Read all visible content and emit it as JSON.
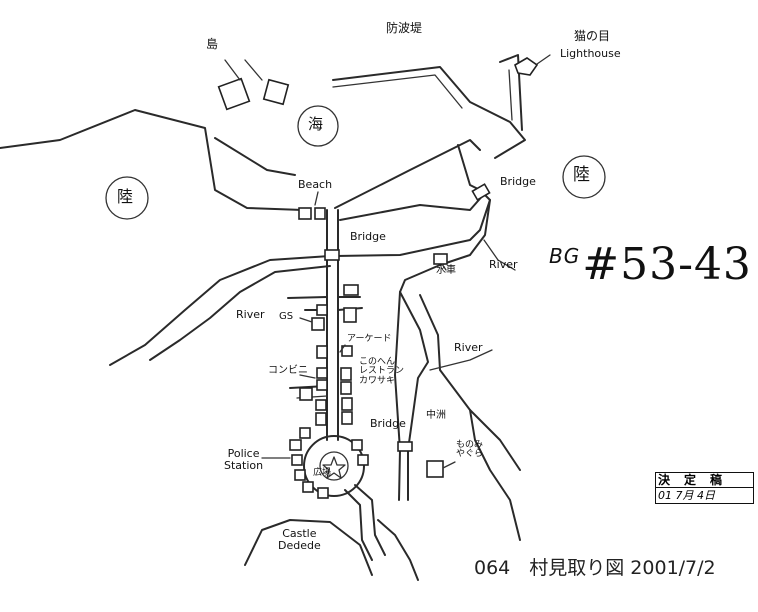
{
  "sheet": {
    "bg_number": "#53-43",
    "bg_prefix": "BG",
    "footer": "064　村見取り図 2001/7/2",
    "stamp_title": "決定稿",
    "stamp_date": "01 7月 4日"
  },
  "labels": {
    "island": "島",
    "breakwater": "防波堤",
    "cats_eye": "猫の目",
    "lighthouse": "Lighthouse",
    "sea": "海",
    "land_left": "陸",
    "land_right": "陸",
    "beach": "Beach",
    "bridge_top_right": "Bridge",
    "bridge_center": "Bridge",
    "bridge_lower": "Bridge",
    "river_left": "River",
    "river_right": "River",
    "river_middle": "River",
    "mill": "水車",
    "gs": "GS",
    "arcade": "アーケード",
    "restaurant": "このへん\nレストラン\nカワサキ",
    "convenience": "コンビニ",
    "sandbar": "中洲",
    "watchtower": "ものみ\nやぐら",
    "police": "Police\nStation",
    "plaza": "広場",
    "castle": "Castle\nDedede"
  },
  "colors": {
    "ink": "#222222",
    "paper": "#ffffff"
  }
}
